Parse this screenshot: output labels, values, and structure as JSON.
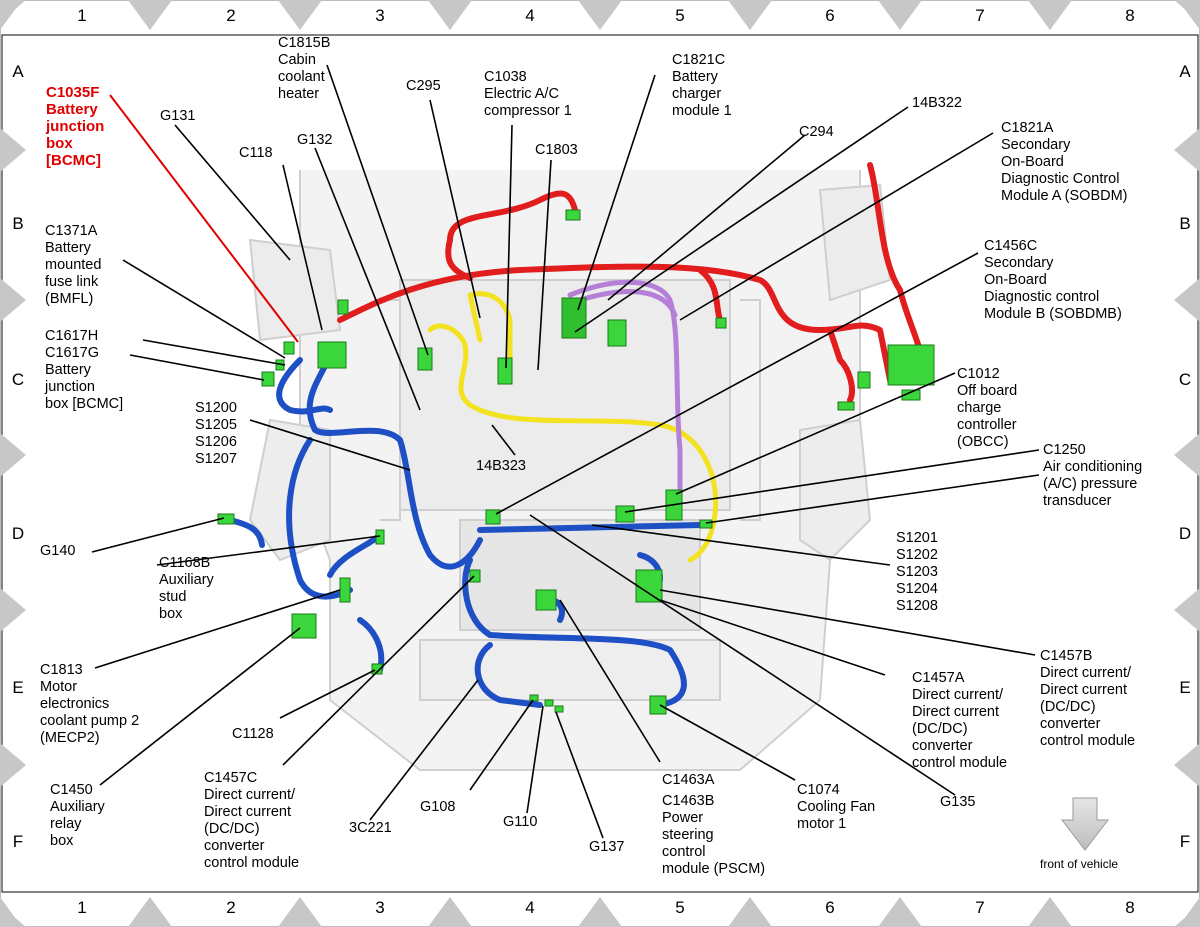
{
  "grid": {
    "columns": [
      "1",
      "2",
      "3",
      "4",
      "5",
      "6",
      "7",
      "8"
    ],
    "rows": [
      "A",
      "B",
      "C",
      "D",
      "E",
      "F"
    ]
  },
  "labels": {
    "c1035f": [
      "C1035F",
      "Battery",
      "junction",
      "box",
      "[BCMC]"
    ],
    "g131": [
      "G131"
    ],
    "c118": [
      "C118"
    ],
    "g132": [
      "G132"
    ],
    "c1815b": [
      "C1815B",
      "Cabin",
      "coolant",
      "heater"
    ],
    "c295": [
      "C295"
    ],
    "c1038": [
      "C1038",
      "Electric A/C",
      "compressor 1"
    ],
    "c1803": [
      "C1803"
    ],
    "c1821c": [
      "C1821C",
      "Battery",
      "charger",
      "module 1"
    ],
    "c294": [
      "C294"
    ],
    "b14b322": [
      "14B322"
    ],
    "c1821a": [
      "C1821A",
      "Secondary",
      "On-Board",
      "Diagnostic Control",
      "Module A (SOBDM)"
    ],
    "c1371a": [
      "C1371A",
      "Battery",
      "mounted",
      "fuse link",
      "(BMFL)"
    ],
    "c1456c": [
      "C1456C",
      "Secondary",
      "On-Board",
      "Diagnostic control",
      "Module B (SOBDMB)"
    ],
    "c1617": [
      "C1617H",
      "C1617G",
      "Battery",
      "junction",
      "box [BCMC]"
    ],
    "s1200": [
      "S1200",
      "S1205",
      "S1206",
      "S1207"
    ],
    "c1012": [
      "C1012",
      "Off board",
      "charge",
      "controller",
      "(OBCC)"
    ],
    "b14b323": [
      "14B323"
    ],
    "c1250": [
      "C1250",
      "Air conditioning",
      "(A/C) pressure",
      "transducer"
    ],
    "g140": [
      "G140"
    ],
    "c1168b": [
      "C1168B",
      "Auxiliary",
      "stud",
      "box"
    ],
    "s1201": [
      "S1201",
      "S1202",
      "S1203",
      "S1204",
      "S1208"
    ],
    "c1813": [
      "C1813",
      "Motor",
      "electronics",
      "coolant pump 2",
      "(MECP2)"
    ],
    "c1457b": [
      "C1457B",
      "Direct current/",
      "Direct current",
      "(DC/DC)",
      "converter",
      "control module"
    ],
    "c1457a": [
      "C1457A",
      "Direct current/",
      "Direct current",
      "(DC/DC)",
      "converter",
      "control module"
    ],
    "c1128": [
      "C1128"
    ],
    "c1450": [
      "C1450",
      "Auxiliary",
      "relay",
      "box"
    ],
    "c1457c": [
      "C1457C",
      "Direct current/",
      "Direct current",
      "(DC/DC)",
      "converter",
      "control module"
    ],
    "c1463a": [
      "C1463A"
    ],
    "c1463b": [
      "C1463B",
      "Power",
      "steering",
      "control",
      "module (PSCM)"
    ],
    "c1074": [
      "C1074",
      "Cooling Fan",
      "motor 1"
    ],
    "g135": [
      "G135"
    ],
    "g108": [
      "G108"
    ],
    "g110": [
      "G110"
    ],
    "g137": [
      "G137"
    ],
    "c3c221": [
      "3C221"
    ]
  },
  "front_of_vehicle": "front of vehicle",
  "colors": {
    "highlight_red": "#e00000",
    "harness_red": "#e11d1d",
    "harness_blue": "#1f4fc4",
    "harness_yellow": "#f2e21f",
    "harness_purple": "#b57fd8",
    "connector_green": "#3bd63b",
    "frame_grey": "#c8c8c8"
  }
}
